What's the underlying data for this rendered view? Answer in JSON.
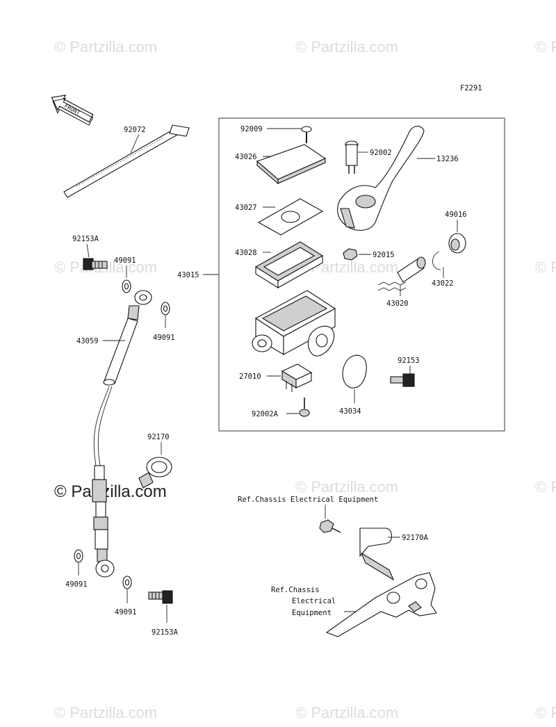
{
  "figure_code": "F2291",
  "watermark": "© Partzilla.com",
  "watermark_main": "© Partzilla.com",
  "front_marker": "FRONT",
  "group_label": "43015",
  "callouts": {
    "tie": "92072",
    "bolt_top_left": "92153A",
    "washer_1": "49091",
    "washer_2": "49091",
    "hose": "43059",
    "clamp": "92170",
    "washer_3": "49091",
    "washer_4": "49091",
    "bolt_bottom": "92153A",
    "screw": "92009",
    "cap": "43026",
    "plate": "43027",
    "diaphragm": "43028",
    "pivot_bolt": "92002",
    "lever": "13236",
    "boot": "49016",
    "nut": "92015",
    "circlip": "43022",
    "piston": "43020",
    "holder_bolt": "92153",
    "switch": "27010",
    "switch_screw": "92002A",
    "holder": "43034",
    "clamp_a": "92170A"
  },
  "references": {
    "ref_top": "Ref.Chassis Electrical Equipment",
    "ref_bottom_1": "Ref.Chassis",
    "ref_bottom_2": "Electrical",
    "ref_bottom_3": "Equipment"
  }
}
